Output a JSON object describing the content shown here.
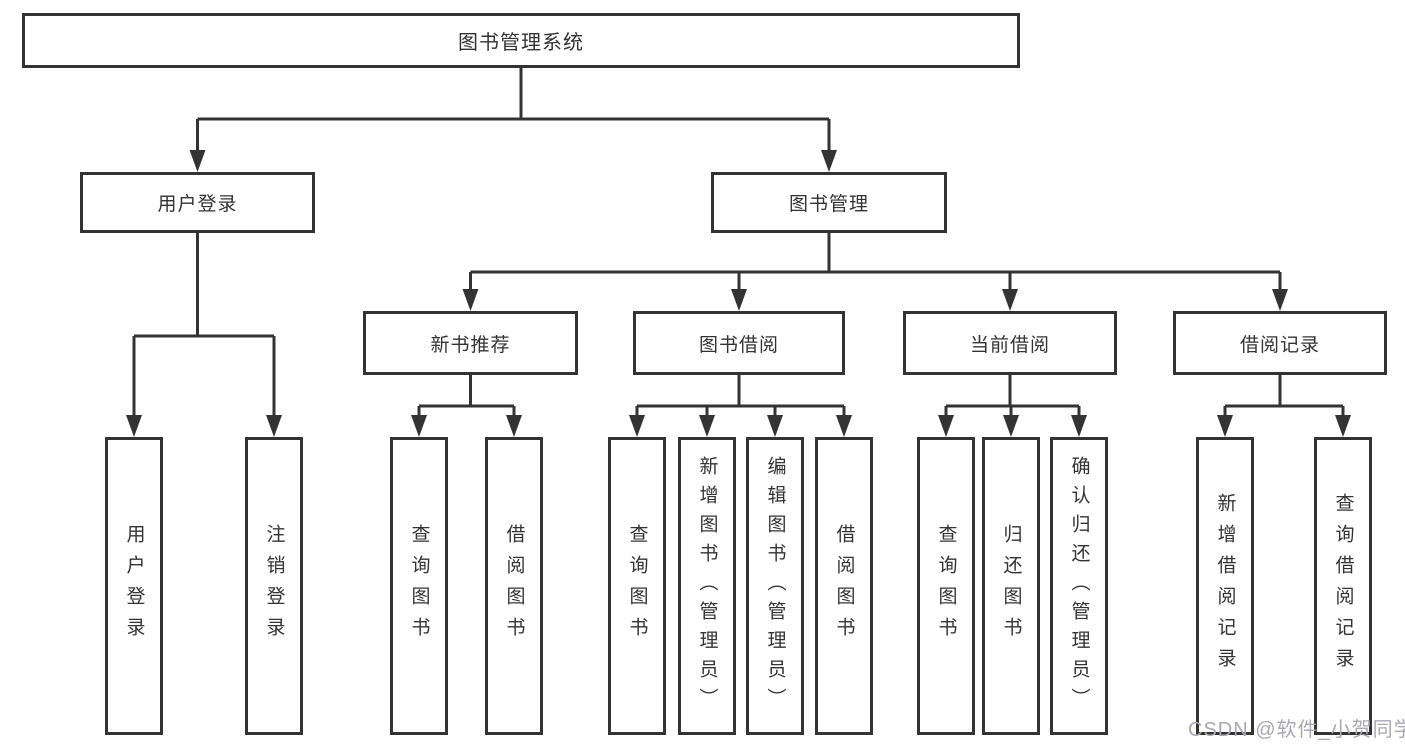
{
  "diagram_type": "functional-structure-tree",
  "colors": {
    "line": "#333333",
    "box_border": "#333333",
    "box_fill": "#ffffff",
    "text": "#333333",
    "watermark_text": "#a9a9b4",
    "background": "#ffffff"
  },
  "tree": {
    "root": "图书管理系统",
    "children": [
      {
        "label": "用户登录",
        "children": [
          {
            "label": "用户登录"
          },
          {
            "label": "注销登录"
          }
        ]
      },
      {
        "label": "图书管理",
        "children": [
          {
            "label": "新书推荐",
            "children": [
              {
                "label": "查询图书"
              },
              {
                "label": "借阅图书"
              }
            ]
          },
          {
            "label": "图书借阅",
            "children": [
              {
                "label": "查询图书"
              },
              {
                "label": "新增图书（管理员）"
              },
              {
                "label": "编辑图书（管理员）"
              },
              {
                "label": "借阅图书"
              }
            ]
          },
          {
            "label": "当前借阅",
            "children": [
              {
                "label": "查询图书"
              },
              {
                "label": "归还图书"
              },
              {
                "label": "确认归还（管理员）"
              }
            ]
          },
          {
            "label": "借阅记录",
            "children": [
              {
                "label": "新增借阅记录"
              },
              {
                "label": "查询借阅记录"
              }
            ]
          }
        ]
      }
    ]
  },
  "watermark": "CSDN @软件_小贺同学"
}
